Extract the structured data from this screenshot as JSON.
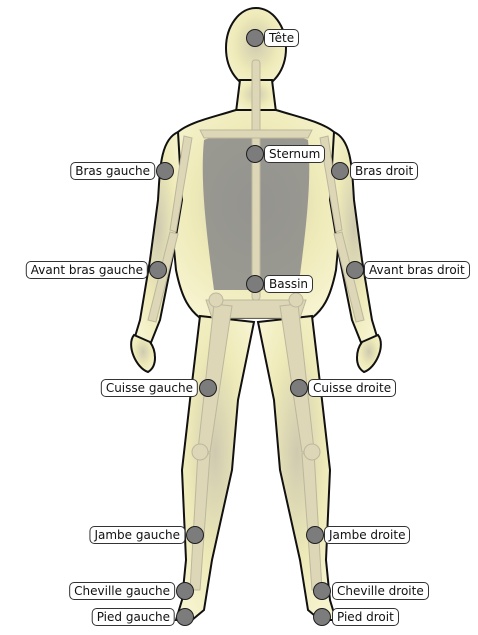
{
  "colors": {
    "skin": "#eeeab8",
    "skin_glow": "#d7d28b",
    "torso": "#8a8a8a",
    "outline": "#111111",
    "bone": "#ddd7b8",
    "dot": "#7c7c7c"
  },
  "points": [
    {
      "id": "tete",
      "label": "Tête",
      "side": "right"
    },
    {
      "id": "sternum",
      "label": "Sternum",
      "side": "right"
    },
    {
      "id": "bras-gauche",
      "label": "Bras gauche",
      "side": "left"
    },
    {
      "id": "bras-droit",
      "label": "Bras droit",
      "side": "right"
    },
    {
      "id": "avant-bras-gauche",
      "label": "Avant bras gauche",
      "side": "left"
    },
    {
      "id": "avant-bras-droit",
      "label": "Avant bras droit",
      "side": "right"
    },
    {
      "id": "bassin",
      "label": "Bassin",
      "side": "right"
    },
    {
      "id": "cuisse-gauche",
      "label": "Cuisse gauche",
      "side": "left"
    },
    {
      "id": "cuisse-droite",
      "label": "Cuisse droite",
      "side": "right"
    },
    {
      "id": "jambe-gauche",
      "label": "Jambe gauche",
      "side": "left"
    },
    {
      "id": "jambe-droite",
      "label": "Jambe droite",
      "side": "right"
    },
    {
      "id": "cheville-gauche",
      "label": "Cheville gauche",
      "side": "left"
    },
    {
      "id": "cheville-droite",
      "label": "Cheville droite",
      "side": "right"
    },
    {
      "id": "pied-gauche",
      "label": "Pied gauche",
      "side": "left"
    },
    {
      "id": "pied-droit",
      "label": "Pied droit",
      "side": "right"
    }
  ]
}
